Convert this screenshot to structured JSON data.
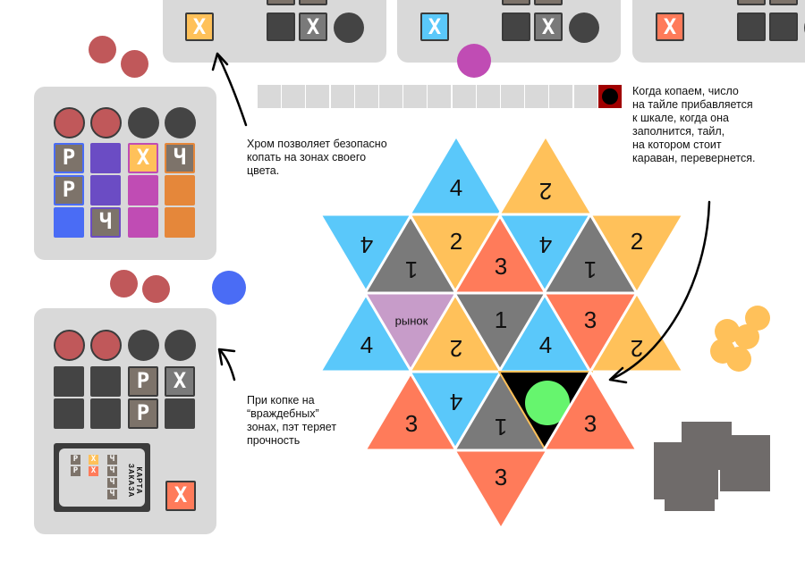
{
  "colors": {
    "blue": "#5AC8FA",
    "orange": "#FFC15A",
    "red": "#FF7B5A",
    "gray": "#7A7A7A",
    "purple": "#C79CC9",
    "black": "#000000",
    "green": "#66F56E",
    "panel": "#d9d9d9",
    "dark": "#444444",
    "brown": "#7D736A",
    "token_red": "#C0585A",
    "track_end": "#A00000"
  },
  "tile_glyphs": {
    "p": "Р",
    "x": "Х",
    "ch": "Ч"
  },
  "notes": {
    "chrome": "Хром позволяет безопасно\nкопать на зонах своего\nцвета.",
    "digging": "Когда копаем, число\nна тайле прибавляется\nк шкале, когда она\nзаполнится, тайл,\nна котором стоит\nкараван, перевернется.",
    "hostile": "При копке на\n“враждебных”\nзонах, пэт теряет\nпрочность"
  },
  "order_card": {
    "title": "карта заказа"
  },
  "track": {
    "cells": 15,
    "filled": 1
  },
  "board": {
    "tiles": [
      {
        "color": "blue",
        "label": "4",
        "flipped": false
      },
      {
        "color": "orange",
        "label": "2",
        "flipped": true
      },
      {
        "color": "blue",
        "label": "4",
        "flipped": true
      },
      {
        "color": "gray",
        "label": "1",
        "flipped": true
      },
      {
        "color": "orange",
        "label": "2",
        "flipped": false
      },
      {
        "color": "red",
        "label": "3",
        "flipped": false
      },
      {
        "color": "blue",
        "label": "4",
        "flipped": true
      },
      {
        "color": "gray",
        "label": "1",
        "flipped": true
      },
      {
        "color": "orange",
        "label": "2",
        "flipped": false
      },
      {
        "color": "blue",
        "label": "4",
        "flipped": false
      },
      {
        "color": "purple",
        "label": "рынок",
        "flipped": false
      },
      {
        "color": "orange",
        "label": "2",
        "flipped": true
      },
      {
        "color": "gray",
        "label": "1",
        "flipped": false
      },
      {
        "color": "blue",
        "label": "4",
        "flipped": false
      },
      {
        "color": "red",
        "label": "3",
        "flipped": false
      },
      {
        "color": "orange",
        "label": "2",
        "flipped": true
      },
      {
        "color": "red",
        "label": "3",
        "flipped": false
      },
      {
        "color": "blue",
        "label": "4",
        "flipped": true
      },
      {
        "color": "gray",
        "label": "1",
        "flipped": true
      },
      {
        "color": "black",
        "label": "",
        "flipped": false,
        "caravan": true
      },
      {
        "color": "red",
        "label": "3",
        "flipped": false
      },
      {
        "color": "red",
        "label": "3",
        "flipped": false
      }
    ]
  }
}
